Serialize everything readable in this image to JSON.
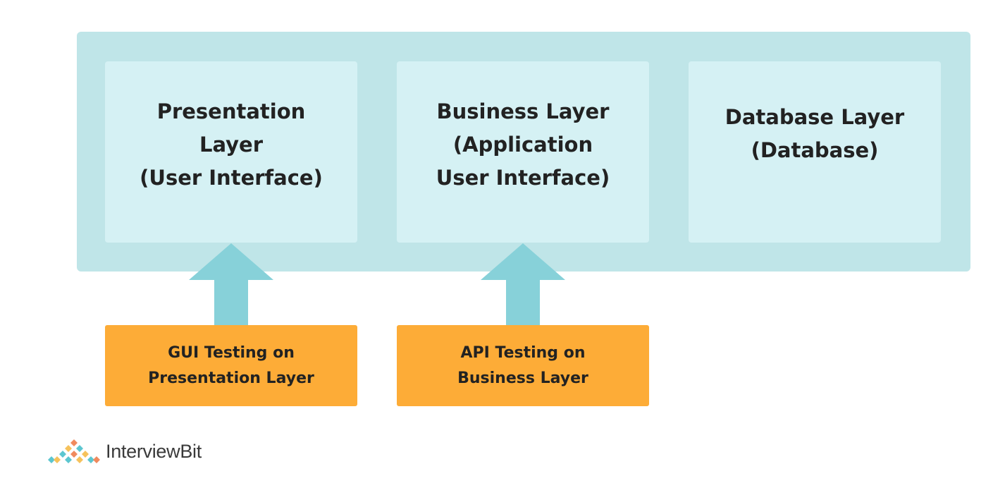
{
  "layers": [
    {
      "label": "Presentation\nLayer\n(User Interface)"
    },
    {
      "label": "Business Layer\n(Application\nUser Interface)"
    },
    {
      "label": "Database Layer\n(Database)"
    }
  ],
  "tests": [
    {
      "label": "GUI Testing on\nPresentation Layer"
    },
    {
      "label": "API Testing on\nBusiness Layer"
    }
  ],
  "brand": {
    "name": "InterviewBit"
  },
  "colors": {
    "container": "#bfe5e8",
    "layer_box": "#d5f1f4",
    "arrow": "#87d1d9",
    "test_box": "#fdac37",
    "text": "#222222"
  }
}
